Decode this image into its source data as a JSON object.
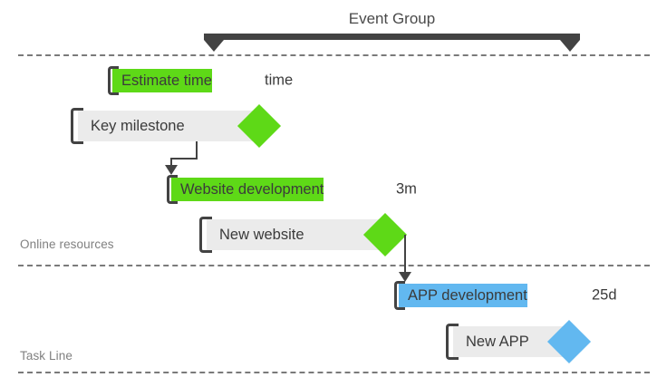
{
  "chart_data": {
    "type": "gantt",
    "title": "Event Group",
    "lanes": [
      "Online resources",
      "Task Line"
    ],
    "tasks": [
      {
        "name": "Estimate time",
        "duration": "time",
        "color": "#5ed917",
        "kind": "task"
      },
      {
        "name": "Key milestone",
        "duration": "",
        "color": "#5ed917",
        "kind": "milestone"
      },
      {
        "name": "Website development",
        "duration": "3m",
        "color": "#5ed917",
        "kind": "task"
      },
      {
        "name": "New website",
        "duration": "",
        "color": "#5ed917",
        "kind": "milestone"
      },
      {
        "name": "APP development",
        "duration": "25d",
        "color": "#62b8f0",
        "kind": "task"
      },
      {
        "name": "New APP",
        "duration": "",
        "color": "#62b8f0",
        "kind": "milestone"
      }
    ]
  },
  "summary": {
    "label": "Event Group"
  },
  "lanes": {
    "online": "Online resources",
    "task": "Task Line"
  },
  "rows": {
    "estimate_time": {
      "label": "Estimate time",
      "duration": "time"
    },
    "key_milestone": {
      "label": "Key milestone"
    },
    "website_development": {
      "label": "Website development",
      "duration": "3m"
    },
    "new_website": {
      "label": "New website"
    },
    "app_development": {
      "label": "APP development",
      "duration": "25d"
    },
    "new_app": {
      "label": "New APP"
    }
  },
  "colors": {
    "green": "#5ed917",
    "blue": "#62b8f0",
    "band": "#ebebeb",
    "dark": "#434343",
    "lane_text": "#808080"
  }
}
